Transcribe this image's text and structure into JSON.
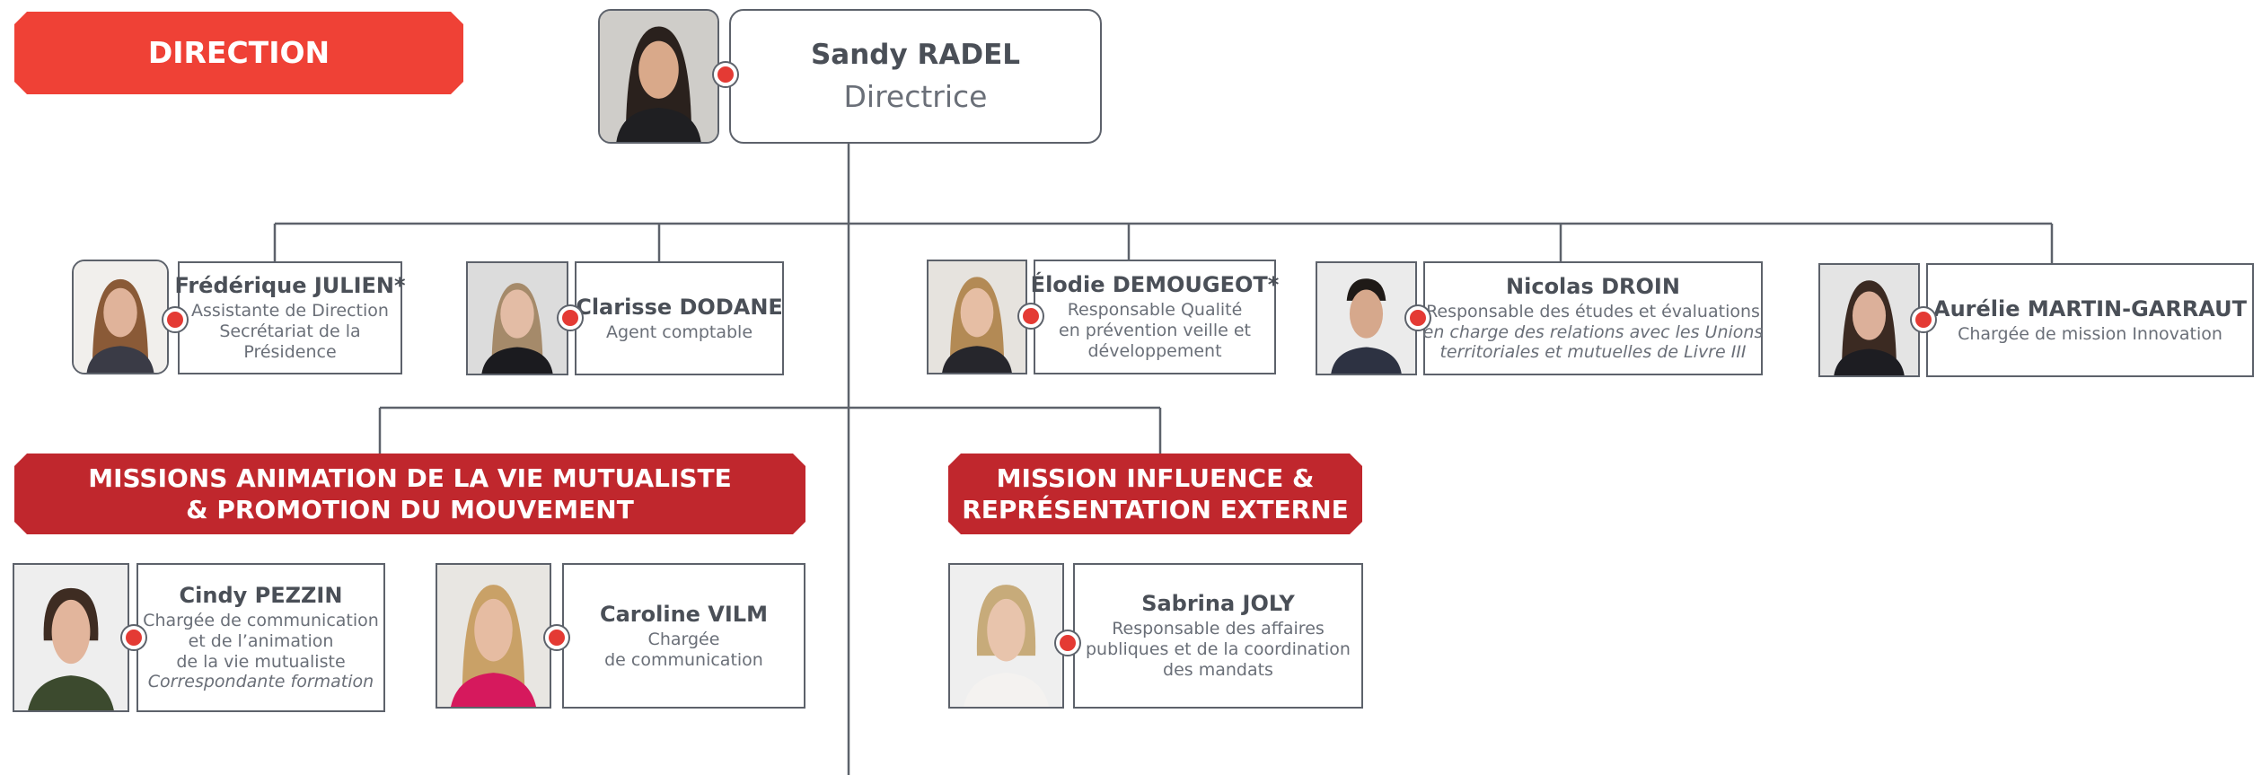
{
  "colors": {
    "banner_primary": "#ef4136",
    "banner_secondary": "#c0272d",
    "connector": "#5d626b",
    "dot": "#e43a34"
  },
  "banners": {
    "direction": "DIRECTION",
    "missions_animation": [
      "MISSIONS ANIMATION DE LA VIE MUTUALISTE",
      "& PROMOTION DU MOUVEMENT"
    ],
    "mission_influence": [
      "MISSION INFLUENCE &",
      "REPRÉSENTATION EXTERNE"
    ]
  },
  "director": {
    "name": "Sandy RADEL",
    "title": "Directrice"
  },
  "staff": [
    {
      "id": "julien",
      "name": "Frédérique JULIEN*",
      "role": [
        {
          "t": "Assistante de Direction"
        },
        {
          "t": "Secrétariat de la"
        },
        {
          "t": "Présidence"
        }
      ]
    },
    {
      "id": "dodane",
      "name": "Clarisse DODANE",
      "role": [
        {
          "t": "Agent comptable"
        }
      ]
    },
    {
      "id": "demougeot",
      "name": "Élodie DEMOUGEOT*",
      "role": [
        {
          "t": "Responsable Qualité"
        },
        {
          "t": "en prévention veille et"
        },
        {
          "t": "développement"
        }
      ]
    },
    {
      "id": "droin",
      "name": "Nicolas DROIN",
      "role": [
        {
          "t": "Responsable des études et évaluations"
        },
        {
          "t": "en charge des relations avec les Unions",
          "i": true
        },
        {
          "t": "territoriales et mutuelles de Livre III",
          "i": true
        }
      ]
    },
    {
      "id": "martin",
      "name": "Aurélie MARTIN-GARRAUT",
      "role": [
        {
          "t": "Chargée de mission Innovation"
        }
      ]
    },
    {
      "id": "pezzin",
      "name": "Cindy PEZZIN",
      "role": [
        {
          "t": "Chargée de communication"
        },
        {
          "t": "et de l’animation"
        },
        {
          "t": "de la vie mutualiste"
        },
        {
          "t": "Correspondante formation",
          "i": true
        }
      ]
    },
    {
      "id": "vilm",
      "name": "Caroline VILM",
      "role": [
        {
          "t": "Chargée"
        },
        {
          "t": "de communication"
        }
      ]
    },
    {
      "id": "joly",
      "name": "Sabrina JOLY",
      "role": [
        {
          "t": "Responsable des affaires"
        },
        {
          "t": "publiques et de la coordination"
        },
        {
          "t": "des mandats"
        }
      ]
    }
  ]
}
